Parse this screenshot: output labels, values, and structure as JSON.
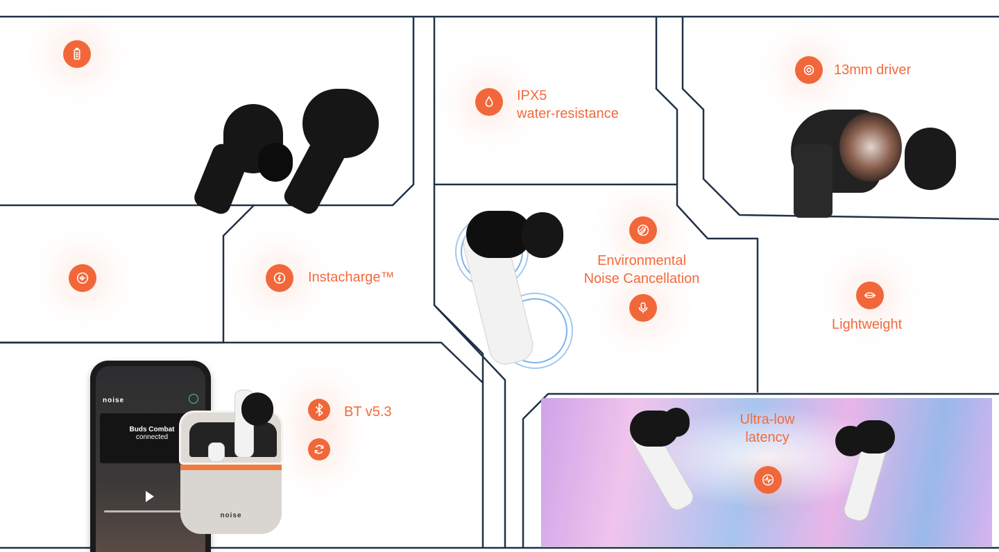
{
  "features": {
    "water": {
      "line1": "IPX5",
      "line2": "water-resistance"
    },
    "driver": {
      "label": "13mm driver"
    },
    "instacharge": {
      "label": "Instacharge™"
    },
    "enc": {
      "line1": "Environmental",
      "line2": "Noise Cancellation"
    },
    "lightweight": {
      "label": "Lightweight"
    },
    "bt": {
      "label": "BT v5.3"
    },
    "latency": {
      "line1": "Ultra-low",
      "line2": "latency"
    }
  },
  "phone": {
    "brand": "noise",
    "device_name": "Buds Combat",
    "status": "connected"
  },
  "case": {
    "logo": "noise"
  },
  "icons": [
    "battery-icon",
    "water-drop-icon",
    "driver-icon",
    "waveform-icon",
    "instacharge-icon",
    "noise-cancel-icon",
    "mic-icon",
    "feather-icon",
    "bluetooth-icon",
    "sync-icon",
    "latency-icon"
  ],
  "colors": {
    "accent": "#f26a3d",
    "frame": "#1f3146"
  }
}
